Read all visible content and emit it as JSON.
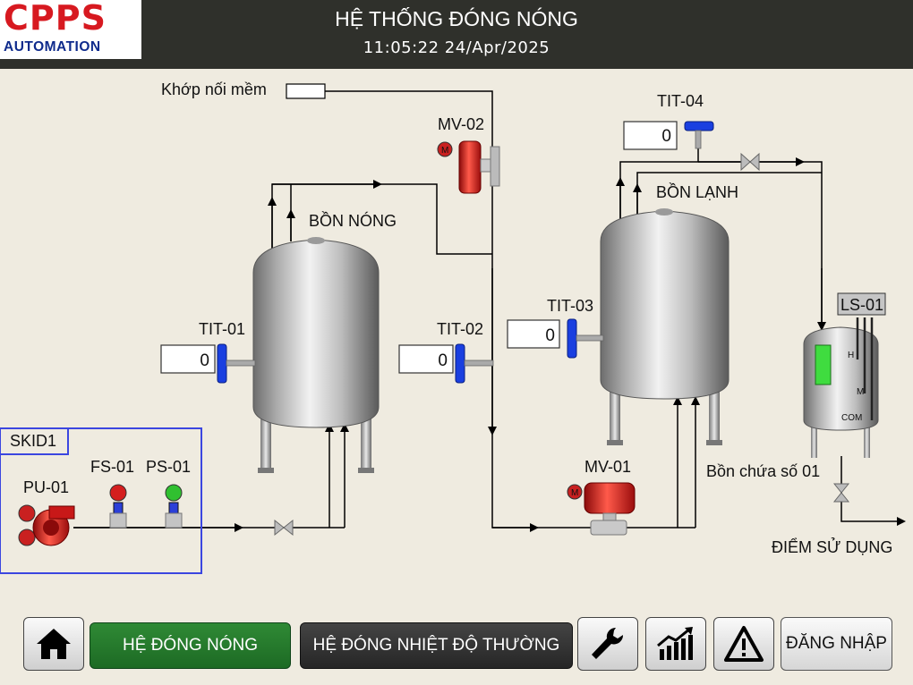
{
  "header": {
    "logo_top": "CPPS",
    "logo_bottom": "AUTOMATION",
    "title": "HỆ THỐNG ĐÓNG NÓNG",
    "datetime": "11:05:22 24/Apr/2025"
  },
  "diagram": {
    "flex_joint_label": "Khớp nối mềm",
    "hot_tank_label": "BỒN NÓNG",
    "cold_tank_label": "BỒN LẠNH",
    "storage_tank_label": "Bồn chứa số 01",
    "use_point_label": "ĐIỂM SỬ DỤNG",
    "skid_label": "SKID1",
    "pump_label": "PU-01",
    "flow_switch_label": "FS-01",
    "pressure_switch_label": "PS-01",
    "motor_valve_1_label": "MV-01",
    "motor_valve_2_label": "MV-02",
    "motor_badge": "M",
    "level_switch_label": "LS-01",
    "level_high": "H",
    "level_mid": "M",
    "level_com": "COM",
    "tit01": {
      "label": "TIT-01",
      "value": "0"
    },
    "tit02": {
      "label": "TIT-02",
      "value": "0"
    },
    "tit03": {
      "label": "TIT-03",
      "value": "0"
    },
    "tit04": {
      "label": "TIT-04",
      "value": "0"
    }
  },
  "nav": {
    "home_icon": "home-icon",
    "hot_system_label": "HỆ ĐÓNG NÓNG",
    "normal_system_label": "HỆ ĐÓNG NHIỆT ĐỘ THƯỜNG",
    "settings_icon": "wrench-icon",
    "trend_icon": "trend-chart-icon",
    "alarm_icon": "alarm-warning-icon",
    "login_label": "ĐĂNG NHẬP"
  },
  "colors": {
    "header_bg": "#2f302b",
    "canvas_bg": "#efebe0",
    "active_button": "#2f8a35",
    "inactive_button": "#333333",
    "brand_red": "#d71920",
    "brand_blue": "#0f2b8c"
  }
}
